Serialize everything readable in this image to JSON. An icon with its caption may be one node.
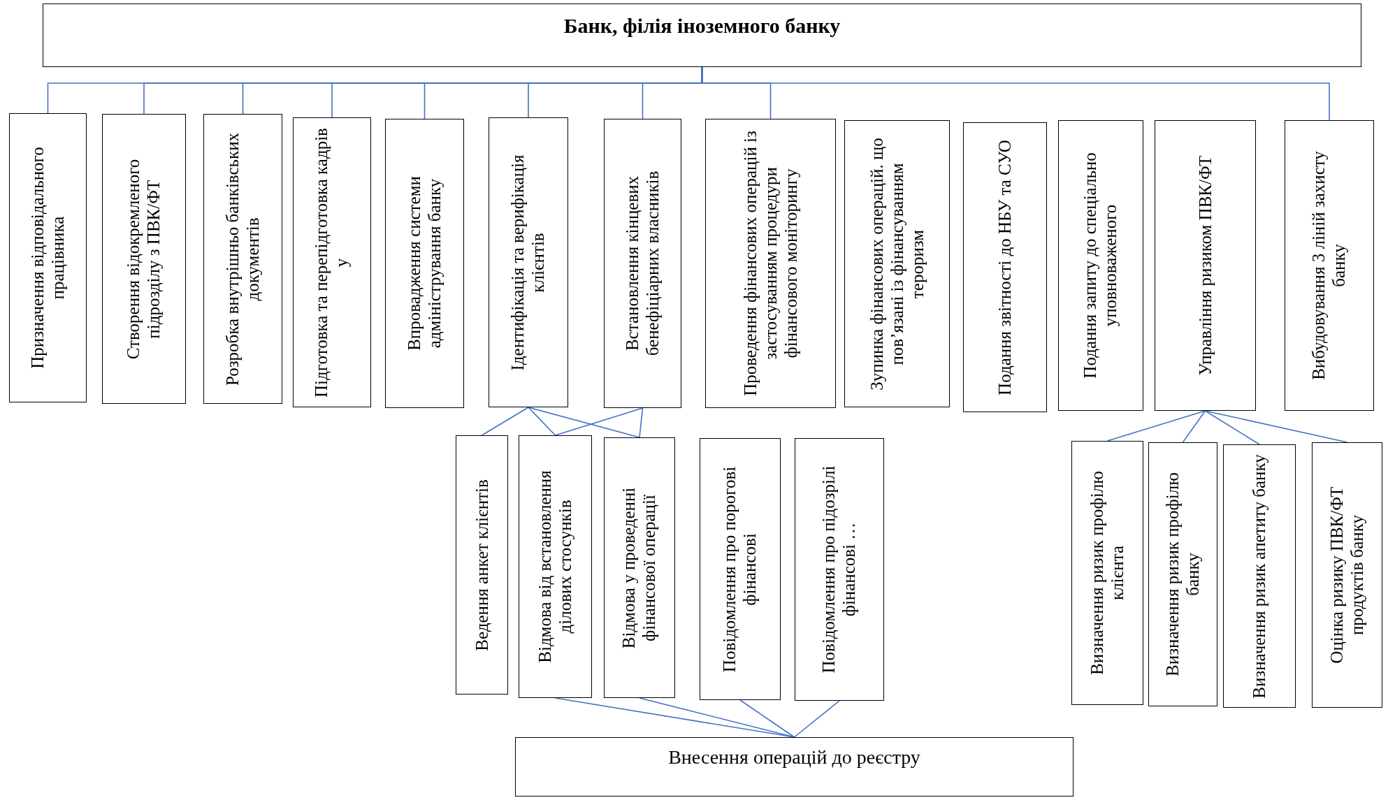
{
  "diagram": {
    "nodes": [
      {
        "text": [
          "Банк, філія іноземного банку"
        ]
      },
      {
        "text": [
          "Призначення відповідального працівника"
        ]
      },
      {
        "text": [
          "Створення відокремленого підрозділу з ПВК/ФТ"
        ]
      },
      {
        "text": [
          "Розробка внутрішньо банківських документів"
        ]
      },
      {
        "text": [
          "Підготовка та перепідготовка кадрів у"
        ]
      },
      {
        "text": [
          "Впровадження системи адміністрування банку"
        ]
      },
      {
        "text": [
          "Ідентифікація та верифікація клієнтів"
        ]
      },
      {
        "text": [
          "Встановлення кінцевих бенефіціарних власників"
        ]
      },
      {
        "text": [
          "Проведення фінансових операцій із застосуванням процедури фінансового моніторингу"
        ]
      },
      {
        "text": [
          "Зупинка фінансових операцій. що пов’язані із фінансуванням тероризм"
        ]
      },
      {
        "text": [
          "Подання звітності до НБУ та СУО"
        ]
      },
      {
        "text": [
          "Подання запиту до спеціально уповноваженого"
        ]
      },
      {
        "text": [
          "Управління ризиком ПВК/ФТ"
        ]
      },
      {
        "text": [
          "Вибудовування 3 ліній захисту банку"
        ]
      },
      {
        "text": [
          "Ведення анкет клієнтів"
        ]
      },
      {
        "text": [
          "Відмова від встановлення ділових стосунків"
        ]
      },
      {
        "text": [
          "Відмова у проведенні фінансової операції"
        ]
      },
      {
        "text": [
          "Повідомлення про порогові фінансові"
        ]
      },
      {
        "text": [
          "Повідомлення про підозрілі фінансові …"
        ]
      },
      {
        "text": [
          "Визначення ризик профілю клієнта"
        ]
      },
      {
        "text": [
          "Визначення ризик профілю банку"
        ]
      },
      {
        "text": [
          "Визначення ризик апетиту банку"
        ]
      },
      {
        "text": [
          "Оцінка ризику ПВК/ФТ продуктів банку"
        ]
      },
      {
        "text": [
          "Внесення операцій до реєстру"
        ]
      }
    ],
    "edges": [
      {
        "from": 0,
        "to": 1,
        "arrow": "none"
      },
      {
        "from": 0,
        "to": 2,
        "arrow": "none"
      },
      {
        "from": 0,
        "to": 3,
        "arrow": "none"
      },
      {
        "from": 0,
        "to": 4,
        "arrow": "none"
      },
      {
        "from": 0,
        "to": 5,
        "arrow": "none"
      },
      {
        "from": 0,
        "to": 6,
        "arrow": "none"
      },
      {
        "from": 0,
        "to": 7,
        "arrow": "none"
      },
      {
        "from": 0,
        "to": 8,
        "arrow": "none"
      },
      {
        "from": 0,
        "to": 13,
        "arrow": "none"
      },
      {
        "from": 6,
        "to": 14,
        "arrow": "none"
      },
      {
        "from": 6,
        "to": 15,
        "arrow": "none"
      },
      {
        "from": 6,
        "to": 16,
        "arrow": "none"
      },
      {
        "from": 7,
        "to": 15,
        "arrow": "none"
      },
      {
        "from": 7,
        "to": 16,
        "arrow": "none"
      },
      {
        "from": 15,
        "to": 23,
        "arrow": "none"
      },
      {
        "from": 16,
        "to": 23,
        "arrow": "none"
      },
      {
        "from": 17,
        "to": 23,
        "arrow": "none"
      },
      {
        "from": 18,
        "to": 23,
        "arrow": "none"
      },
      {
        "from": 12,
        "to": 19,
        "arrow": "none"
      },
      {
        "from": 12,
        "to": 20,
        "arrow": "none"
      },
      {
        "from": 12,
        "to": 21,
        "arrow": "none"
      },
      {
        "from": 12,
        "to": 22,
        "arrow": "none"
      }
    ]
  }
}
